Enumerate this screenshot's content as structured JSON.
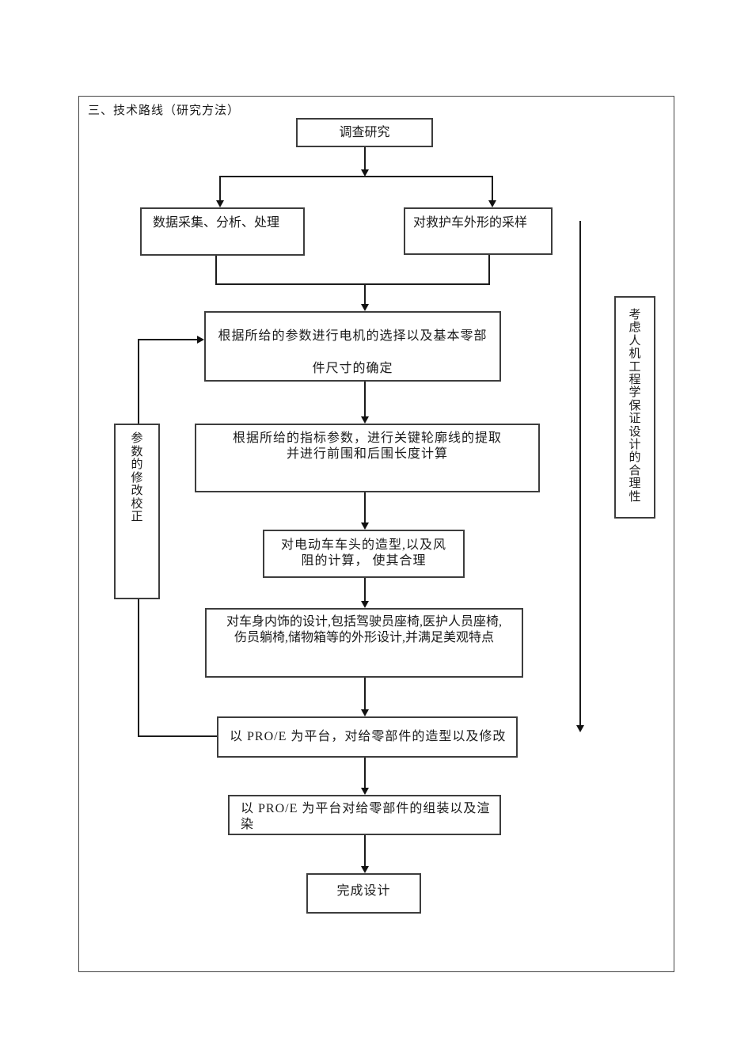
{
  "page": {
    "title": "三、技术路线（研究方法）"
  },
  "flowchart": {
    "nodes": {
      "survey": "调查研究",
      "data_collect": "数据采集、分析、处理",
      "ambulance_sample": "对救护车外形的采样",
      "motor_line1": "根据所给的参数进行电机的选择以及基本零部",
      "motor_line2": "件尺寸的确定",
      "contour_line1": "根据所给的指标参数，进行关键轮廓线的提取",
      "contour_line2": "并进行前围和后围长度计算",
      "head_line1": "对电动车车头的造型,以及风",
      "head_line2": "阻的计算， 使其合理",
      "interior_line1": "对车身内饰的设计,包括驾驶员座椅,医护人员座椅,",
      "interior_line2": "伤员躺椅,储物箱等的外形设计,并满足美观特点",
      "proe_modify": "以 PRO/E 为平台，对给零部件的造型以及修改",
      "proe_assemble_line1": "以 PRO/E 为平台对给零部件的组装以及渲",
      "proe_assemble_line2": "染",
      "finish": "完成设计",
      "param_correction": "参数的修改校正",
      "ergonomics": "考虑人机工程学保证设计的合理性"
    },
    "colors": {
      "line": "#1c1c1c",
      "box_border": "#3d3d3d",
      "text": "#1a1a1a",
      "background": "#ffffff"
    }
  }
}
